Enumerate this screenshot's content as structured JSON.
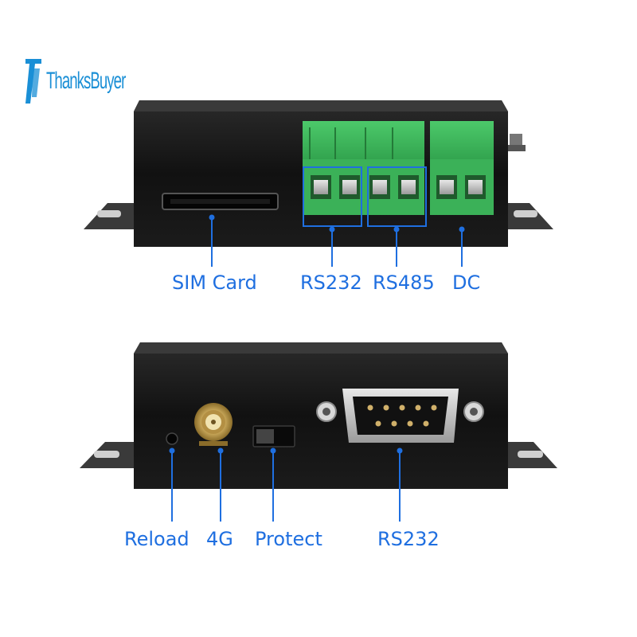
{
  "brand": {
    "name": "ThanksBuyer",
    "color": "#1a8fd6"
  },
  "accent_color": "#1f6fe0",
  "top_view": {
    "labels": {
      "sim": "SIM Card",
      "rs232": "RS232",
      "rs485": "RS485",
      "dc": "DC"
    }
  },
  "bottom_view": {
    "labels": {
      "reload": "Reload",
      "antenna": "4G",
      "protect": "Protect",
      "serial": "RS232"
    }
  },
  "icons": [
    "brand-logo-icon",
    "antenna-connector-icon",
    "db9-serial-port-icon",
    "terminal-block-icon",
    "sim-slot-icon",
    "switch-icon"
  ]
}
